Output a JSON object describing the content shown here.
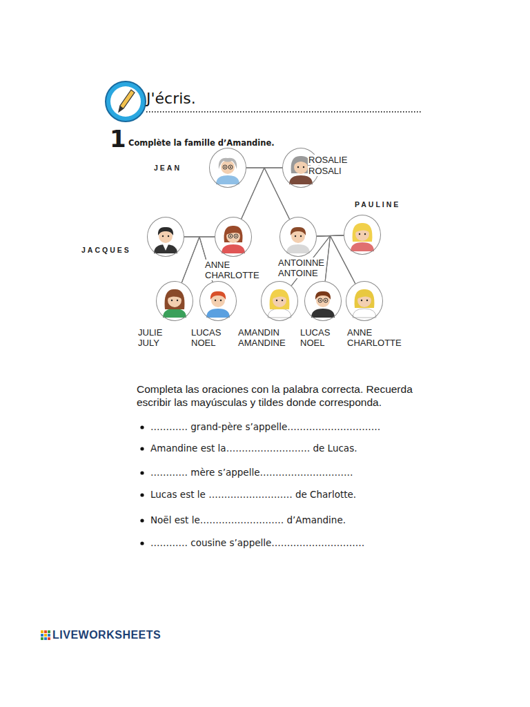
{
  "diagram": {
    "title": "J'écris.",
    "nodes": [
      {
        "text": [
          "JEAN"
        ]
      },
      {
        "text": [
          "ROSALIE",
          "ROSALI"
        ]
      },
      {
        "text": [
          "JACQUES"
        ]
      },
      {
        "text": [
          "ANNE",
          "CHARLOTTE"
        ]
      },
      {
        "text": [
          "ANTOINNE",
          "ANTOINE"
        ]
      },
      {
        "text": [
          "PAULINE"
        ]
      },
      {
        "text": [
          "JULIE",
          "JULY"
        ]
      },
      {
        "text": [
          "LUCAS",
          "NOEL"
        ]
      },
      {
        "text": [
          "AMANDIN",
          "AMANDINE"
        ]
      },
      {
        "text": [
          "LUCAS",
          "NOEL"
        ]
      },
      {
        "text": [
          "ANNE",
          "CHARLOTTE"
        ]
      }
    ],
    "edges": [
      {
        "from": 0,
        "to": 1,
        "arrow": "none"
      },
      {
        "from": 0,
        "to": 3,
        "arrow": "none"
      },
      {
        "from": 0,
        "to": 4,
        "arrow": "none"
      },
      {
        "from": 1,
        "to": 3,
        "arrow": "none"
      },
      {
        "from": 1,
        "to": 4,
        "arrow": "none"
      },
      {
        "from": 2,
        "to": 3,
        "arrow": "none"
      },
      {
        "from": 2,
        "to": 6,
        "arrow": "none"
      },
      {
        "from": 2,
        "to": 7,
        "arrow": "none"
      },
      {
        "from": 3,
        "to": 6,
        "arrow": "none"
      },
      {
        "from": 3,
        "to": 7,
        "arrow": "none"
      },
      {
        "from": 4,
        "to": 5,
        "arrow": "none"
      },
      {
        "from": 4,
        "to": 8,
        "arrow": "none"
      },
      {
        "from": 4,
        "to": 9,
        "arrow": "none"
      },
      {
        "from": 4,
        "to": 10,
        "arrow": "none"
      },
      {
        "from": 5,
        "to": 8,
        "arrow": "none"
      },
      {
        "from": 5,
        "to": 9,
        "arrow": "none"
      },
      {
        "from": 5,
        "to": 10,
        "arrow": "none"
      }
    ],
    "labels": [
      "1",
      "Complète la famille d’Amandine.",
      "Completa las oraciones con la palabra correcta. Recuerda escribir las mayúsculas y tildes donde corresponda.",
      "………… grand-père s’appelle…………………………",
      "Amandine est la……………………… de Lucas.",
      "………… mère s’appelle…………………………",
      "Lucas est le ……………………… de Charlotte.",
      "Noël est le……………………… d’Amandine.",
      "………… cousine s’appelle…………………………",
      "LIVEWORKSHEETS"
    ]
  }
}
